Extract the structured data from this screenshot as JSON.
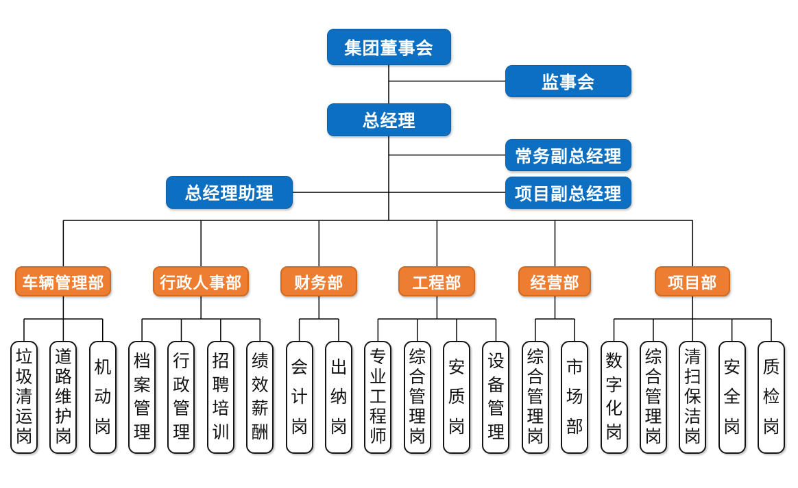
{
  "colors": {
    "box_blue": "#0D6FC1",
    "box_orange": "#ED7D31",
    "post_bg": "#FFFFFF",
    "post_border": "#141414",
    "line": "#000000",
    "text_on_color": "#FFFFFF",
    "text_on_white": "#111111"
  },
  "top_nodes": {
    "board": "集团董事会",
    "supervisory": "监事会",
    "gm": "总经理",
    "exec_deputy_gm": "常务副总经理",
    "gm_assistant": "总经理助理",
    "project_deputy_gm": "项目副总经理"
  },
  "departments": [
    {
      "label": "车辆管理部",
      "children": [
        "垃圾清运岗",
        "道路维护岗",
        "机动岗"
      ]
    },
    {
      "label": "行政人事部",
      "children": [
        "档案管理",
        "行政管理",
        "招聘培训",
        "绩效薪酬"
      ]
    },
    {
      "label": "财务部",
      "children": [
        "会计岗",
        "出纳岗"
      ]
    },
    {
      "label": "工程部",
      "children": [
        "专业工程师",
        "综合管理岗",
        "安质岗",
        "设备管理"
      ]
    },
    {
      "label": "经营部",
      "children": [
        "综合管理岗",
        "市场部"
      ]
    },
    {
      "label": "项目部",
      "children": [
        "数字化岗",
        "综合管理岗",
        "清扫保洁岗",
        "安全岗",
        "质检岗"
      ]
    }
  ]
}
